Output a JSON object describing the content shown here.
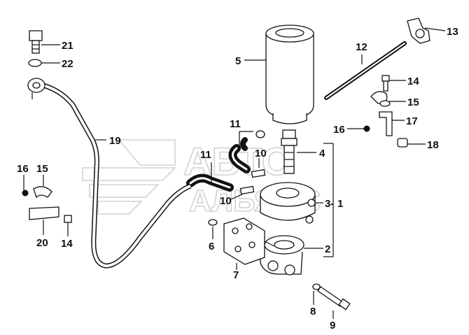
{
  "watermark": {
    "line1": "АВТО",
    "line2": "АЛЬЯНС"
  },
  "callouts": {
    "c1": "1",
    "c2": "2",
    "c3": "3",
    "c4": "4",
    "c5": "5",
    "c6": "6",
    "c7": "7",
    "c8": "8",
    "c9": "9",
    "c10a": "10",
    "c10b": "10",
    "c11a": "11",
    "c11b": "11",
    "c12": "12",
    "c13": "13",
    "c14a": "14",
    "c14b": "14",
    "c15a": "15",
    "c15b": "15",
    "c16a": "16",
    "c16b": "16",
    "c17": "17",
    "c18": "18",
    "c19": "19",
    "c20": "20",
    "c21": "21",
    "c22": "22"
  },
  "colors": {
    "line": "#111111",
    "watermark": "#d2d2d2",
    "background": "#ffffff"
  }
}
